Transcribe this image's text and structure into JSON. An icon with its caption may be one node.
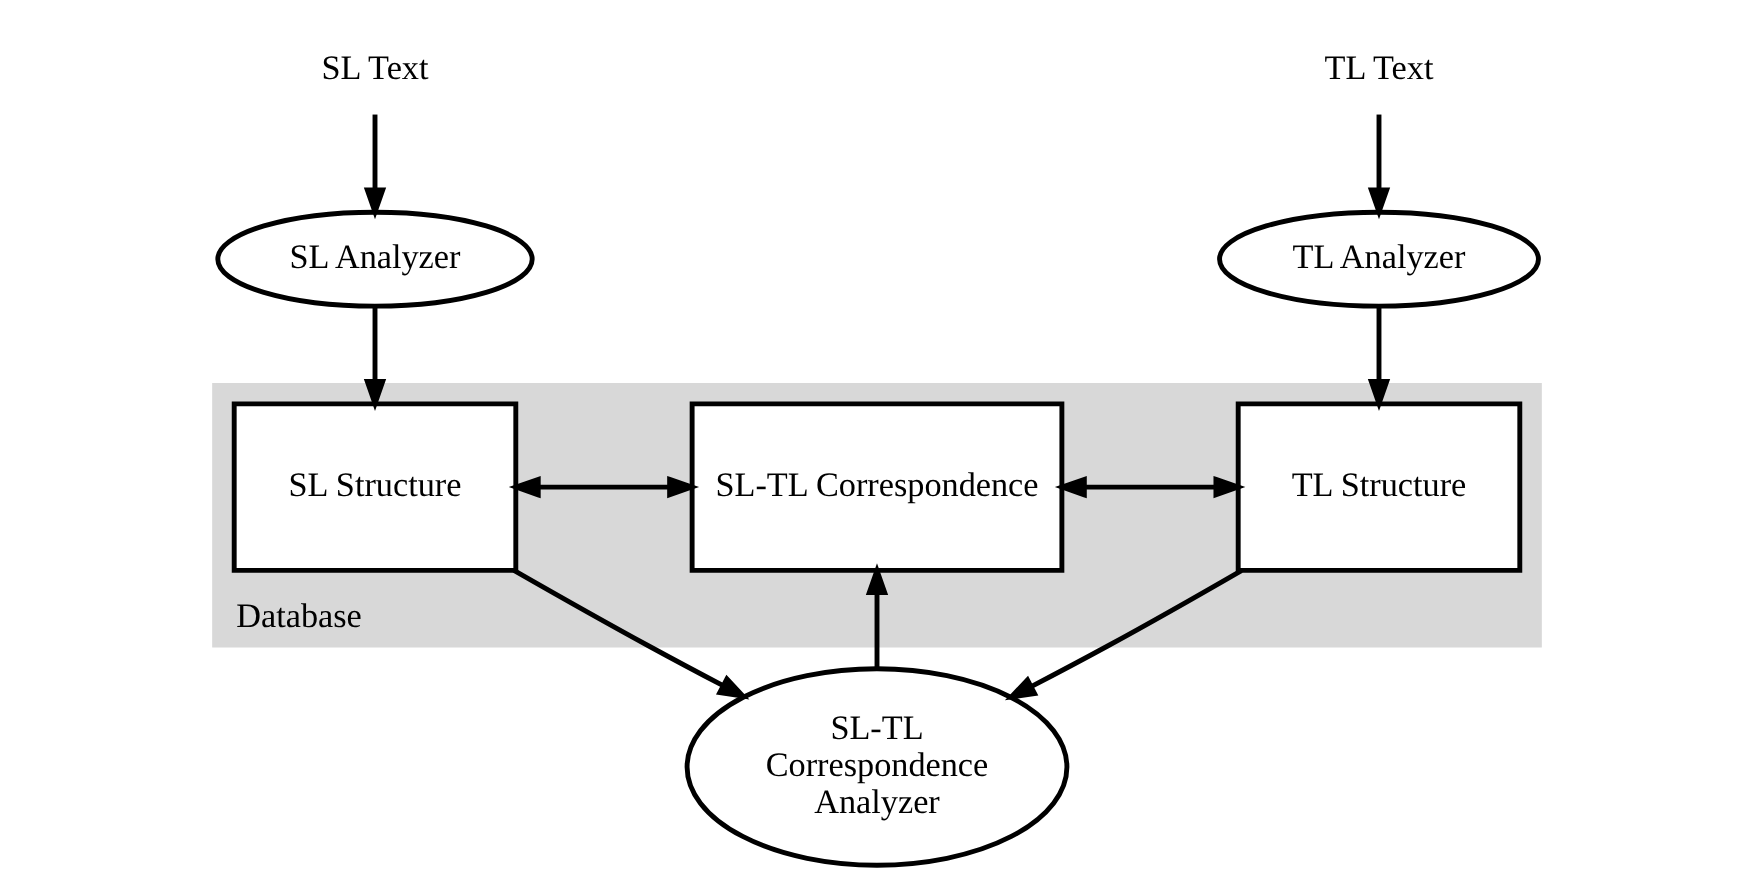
{
  "diagram": {
    "nodes": [
      {
        "text": [
          "SL Text"
        ]
      },
      {
        "text": [
          "TL Text"
        ]
      },
      {
        "text": [
          "SL Analyzer"
        ]
      },
      {
        "text": [
          "SL-TL Correspondence Analyzer"
        ]
      },
      {
        "text": [
          "TL Analyzer"
        ]
      },
      {
        "text": [
          "Database"
        ]
      },
      {
        "text": [
          "SL Structure"
        ],
        "in": 5
      },
      {
        "text": [
          "SL-TL Correspondence"
        ],
        "in": 5
      },
      {
        "text": [
          "TL Structure"
        ],
        "in": 5
      }
    ],
    "edges": [
      {
        "from": 0,
        "to": 2,
        "arrow": "to"
      },
      {
        "from": 1,
        "to": 4,
        "arrow": "to"
      },
      {
        "from": 2,
        "to": 6,
        "arrow": "to"
      },
      {
        "from": 6,
        "to": 3,
        "arrow": "to"
      },
      {
        "from": 3,
        "to": 7,
        "arrow": "to"
      },
      {
        "from": 8,
        "to": 3,
        "arrow": "to"
      },
      {
        "from": 4,
        "to": 8,
        "arrow": "to"
      },
      {
        "from": 6,
        "to": 7,
        "arrow": "both"
      },
      {
        "from": 7,
        "to": 8,
        "arrow": "both"
      }
    ]
  }
}
